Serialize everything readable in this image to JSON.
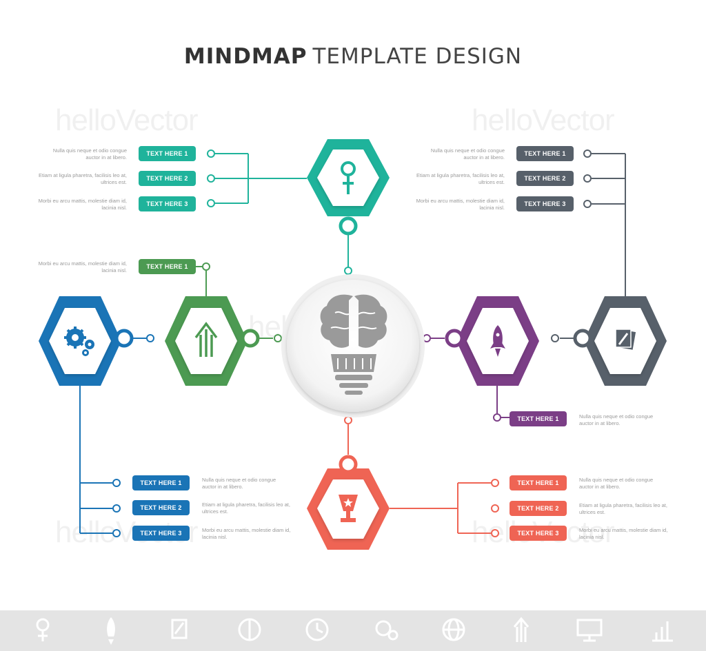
{
  "title": {
    "bold": "MINDMAP",
    "light": "TEMPLATE DESIGN"
  },
  "colors": {
    "teal": "#1fb39b",
    "green": "#4c9a52",
    "blue": "#1a74b6",
    "purple": "#7b3e86",
    "slate": "#57606a",
    "coral": "#ef6454",
    "center_gray": "#9a9a9a"
  },
  "center": {
    "icon": "brain-lightbulb-icon"
  },
  "nodes": {
    "teal": {
      "icon": "female-symbol-icon",
      "items": [
        {
          "label": "TEXT HERE 1",
          "text": "Nulla quis neque et odio congue auctor in at libero."
        },
        {
          "label": "TEXT HERE 2",
          "text": "Etiam at ligula pharetra, facilisis leo at, ultrices est."
        },
        {
          "label": "TEXT HERE 3",
          "text": "Morbi eu arcu mattis, molestie diam id, lacinia nisl."
        }
      ]
    },
    "slate": {
      "icon": "documents-pencil-icon",
      "items": [
        {
          "label": "TEXT HERE 1",
          "text": "Nulla quis neque et odio congue auctor in at libero."
        },
        {
          "label": "TEXT HERE 2",
          "text": "Etiam at ligula pharetra, facilisis leo at, ultrices est."
        },
        {
          "label": "TEXT HERE 3",
          "text": "Morbi eu arcu mattis, molestie diam id, lacinia nisl."
        }
      ]
    },
    "green": {
      "icon": "growth-arrow-icon",
      "items": [
        {
          "label": "TEXT HERE 1",
          "text": "Morbi eu arcu mattis, molestie diam id, lacinia nisl."
        }
      ]
    },
    "purple": {
      "icon": "rocket-icon",
      "items": [
        {
          "label": "TEXT HERE 1",
          "text": "Nulla quis neque et odio congue auctor in at libero."
        }
      ]
    },
    "blue": {
      "icon": "gears-icon",
      "items": [
        {
          "label": "TEXT HERE 1",
          "text": "Nulla quis neque et odio congue auctor in at libero."
        },
        {
          "label": "TEXT HERE 2",
          "text": "Etiam at ligula pharetra, facilisis leo at, ultrices est."
        },
        {
          "label": "TEXT HERE 3",
          "text": "Morbi eu arcu mattis, molestie diam id, lacinia nisl."
        }
      ]
    },
    "coral": {
      "icon": "trophy-icon",
      "items": [
        {
          "label": "TEXT HERE 1",
          "text": "Nulla quis neque et odio congue auctor in at libero."
        },
        {
          "label": "TEXT HERE 2",
          "text": "Etiam at ligula pharetra, facilisis leo at, ultrices est."
        },
        {
          "label": "TEXT HERE 3",
          "text": "Morbi eu arcu mattis, molestie diam id, lacinia nisl."
        }
      ]
    }
  },
  "watermark": "helloVector",
  "bottom_icons": [
    "female-symbol-icon",
    "rocket-icon",
    "documents-pencil-icon",
    "brain-icon",
    "clock-icon",
    "gears-icon",
    "globe-icon",
    "growth-arrow-icon",
    "monitor-chart-icon",
    "bar-chart-icon"
  ]
}
